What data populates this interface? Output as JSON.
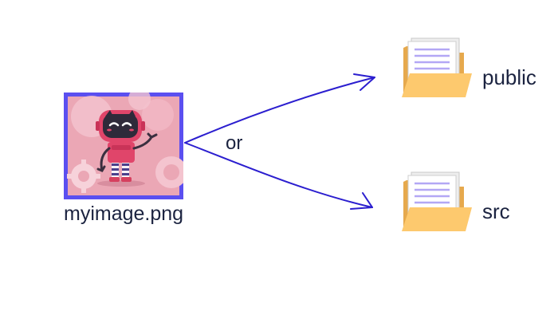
{
  "image": {
    "filename": "myimage.png",
    "icon": "robot-image-thumbnail",
    "frame_color": "#5b4ff0"
  },
  "connector": {
    "label": "or",
    "arrow_color": "#2b1ecf"
  },
  "folders": [
    {
      "name": "public",
      "icon": "folder-document-icon"
    },
    {
      "name": "src",
      "icon": "folder-document-icon"
    }
  ],
  "colors": {
    "folder": "#fdc96e",
    "paper_lines": "#b3a7f5",
    "text": "#1b2340"
  }
}
